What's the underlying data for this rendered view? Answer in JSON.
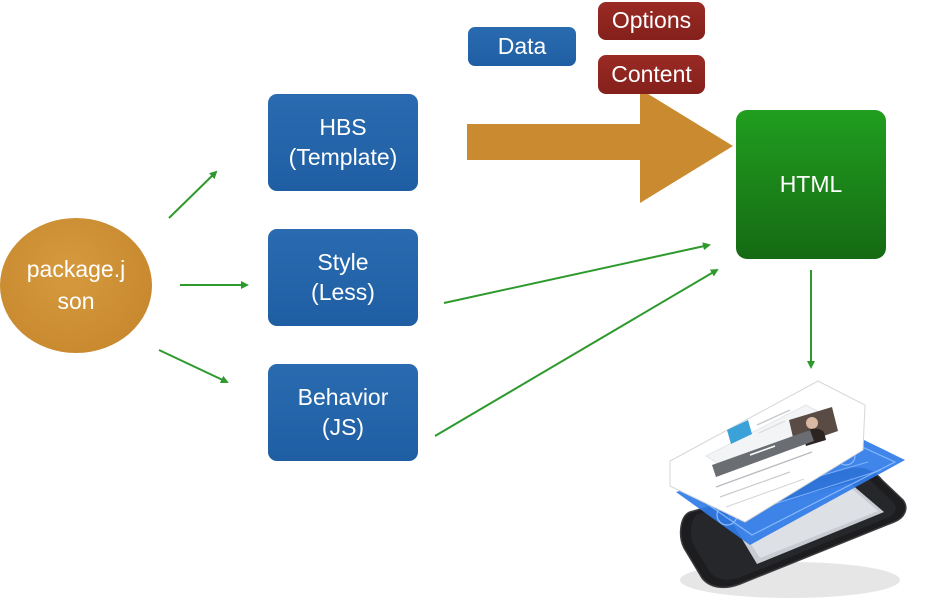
{
  "nodes": {
    "package_json": "package.j\nson",
    "hbs": "HBS\n(Template)",
    "style": "Style\n(Less)",
    "behavior": "Behavior\n(JS)",
    "data": "Data",
    "options": "Options",
    "content": "Content",
    "html": "HTML"
  },
  "colors": {
    "node_blue": "#2266aa",
    "node_red": "#8f2520",
    "node_green": "#1a8a18",
    "package_orange": "#c98a30",
    "big_arrow": "#c98a30",
    "connector_green": "#2e9a2e"
  },
  "icons": [
    "mobile-phone-mockup-icon"
  ]
}
